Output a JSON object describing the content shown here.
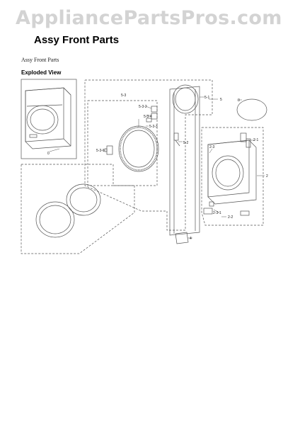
{
  "watermark": "AppliancePartsPros.com",
  "title": "Assy Front Parts",
  "subtitle": "Assy Front Parts",
  "section_heading": "Exploded View",
  "callouts": {
    "c0": "0",
    "c2": "2",
    "c21": "2-1",
    "c22": "2-2",
    "c23": "2-3",
    "c231": "2-3-1",
    "c3": "3",
    "c4": "4",
    "c5": "5",
    "c51": "5-1",
    "c52": "5-2",
    "c53": "5-3",
    "c531": "5-3-1",
    "c532": "5-3-2",
    "c533": "5-3-3",
    "c534": "5-3-4"
  }
}
